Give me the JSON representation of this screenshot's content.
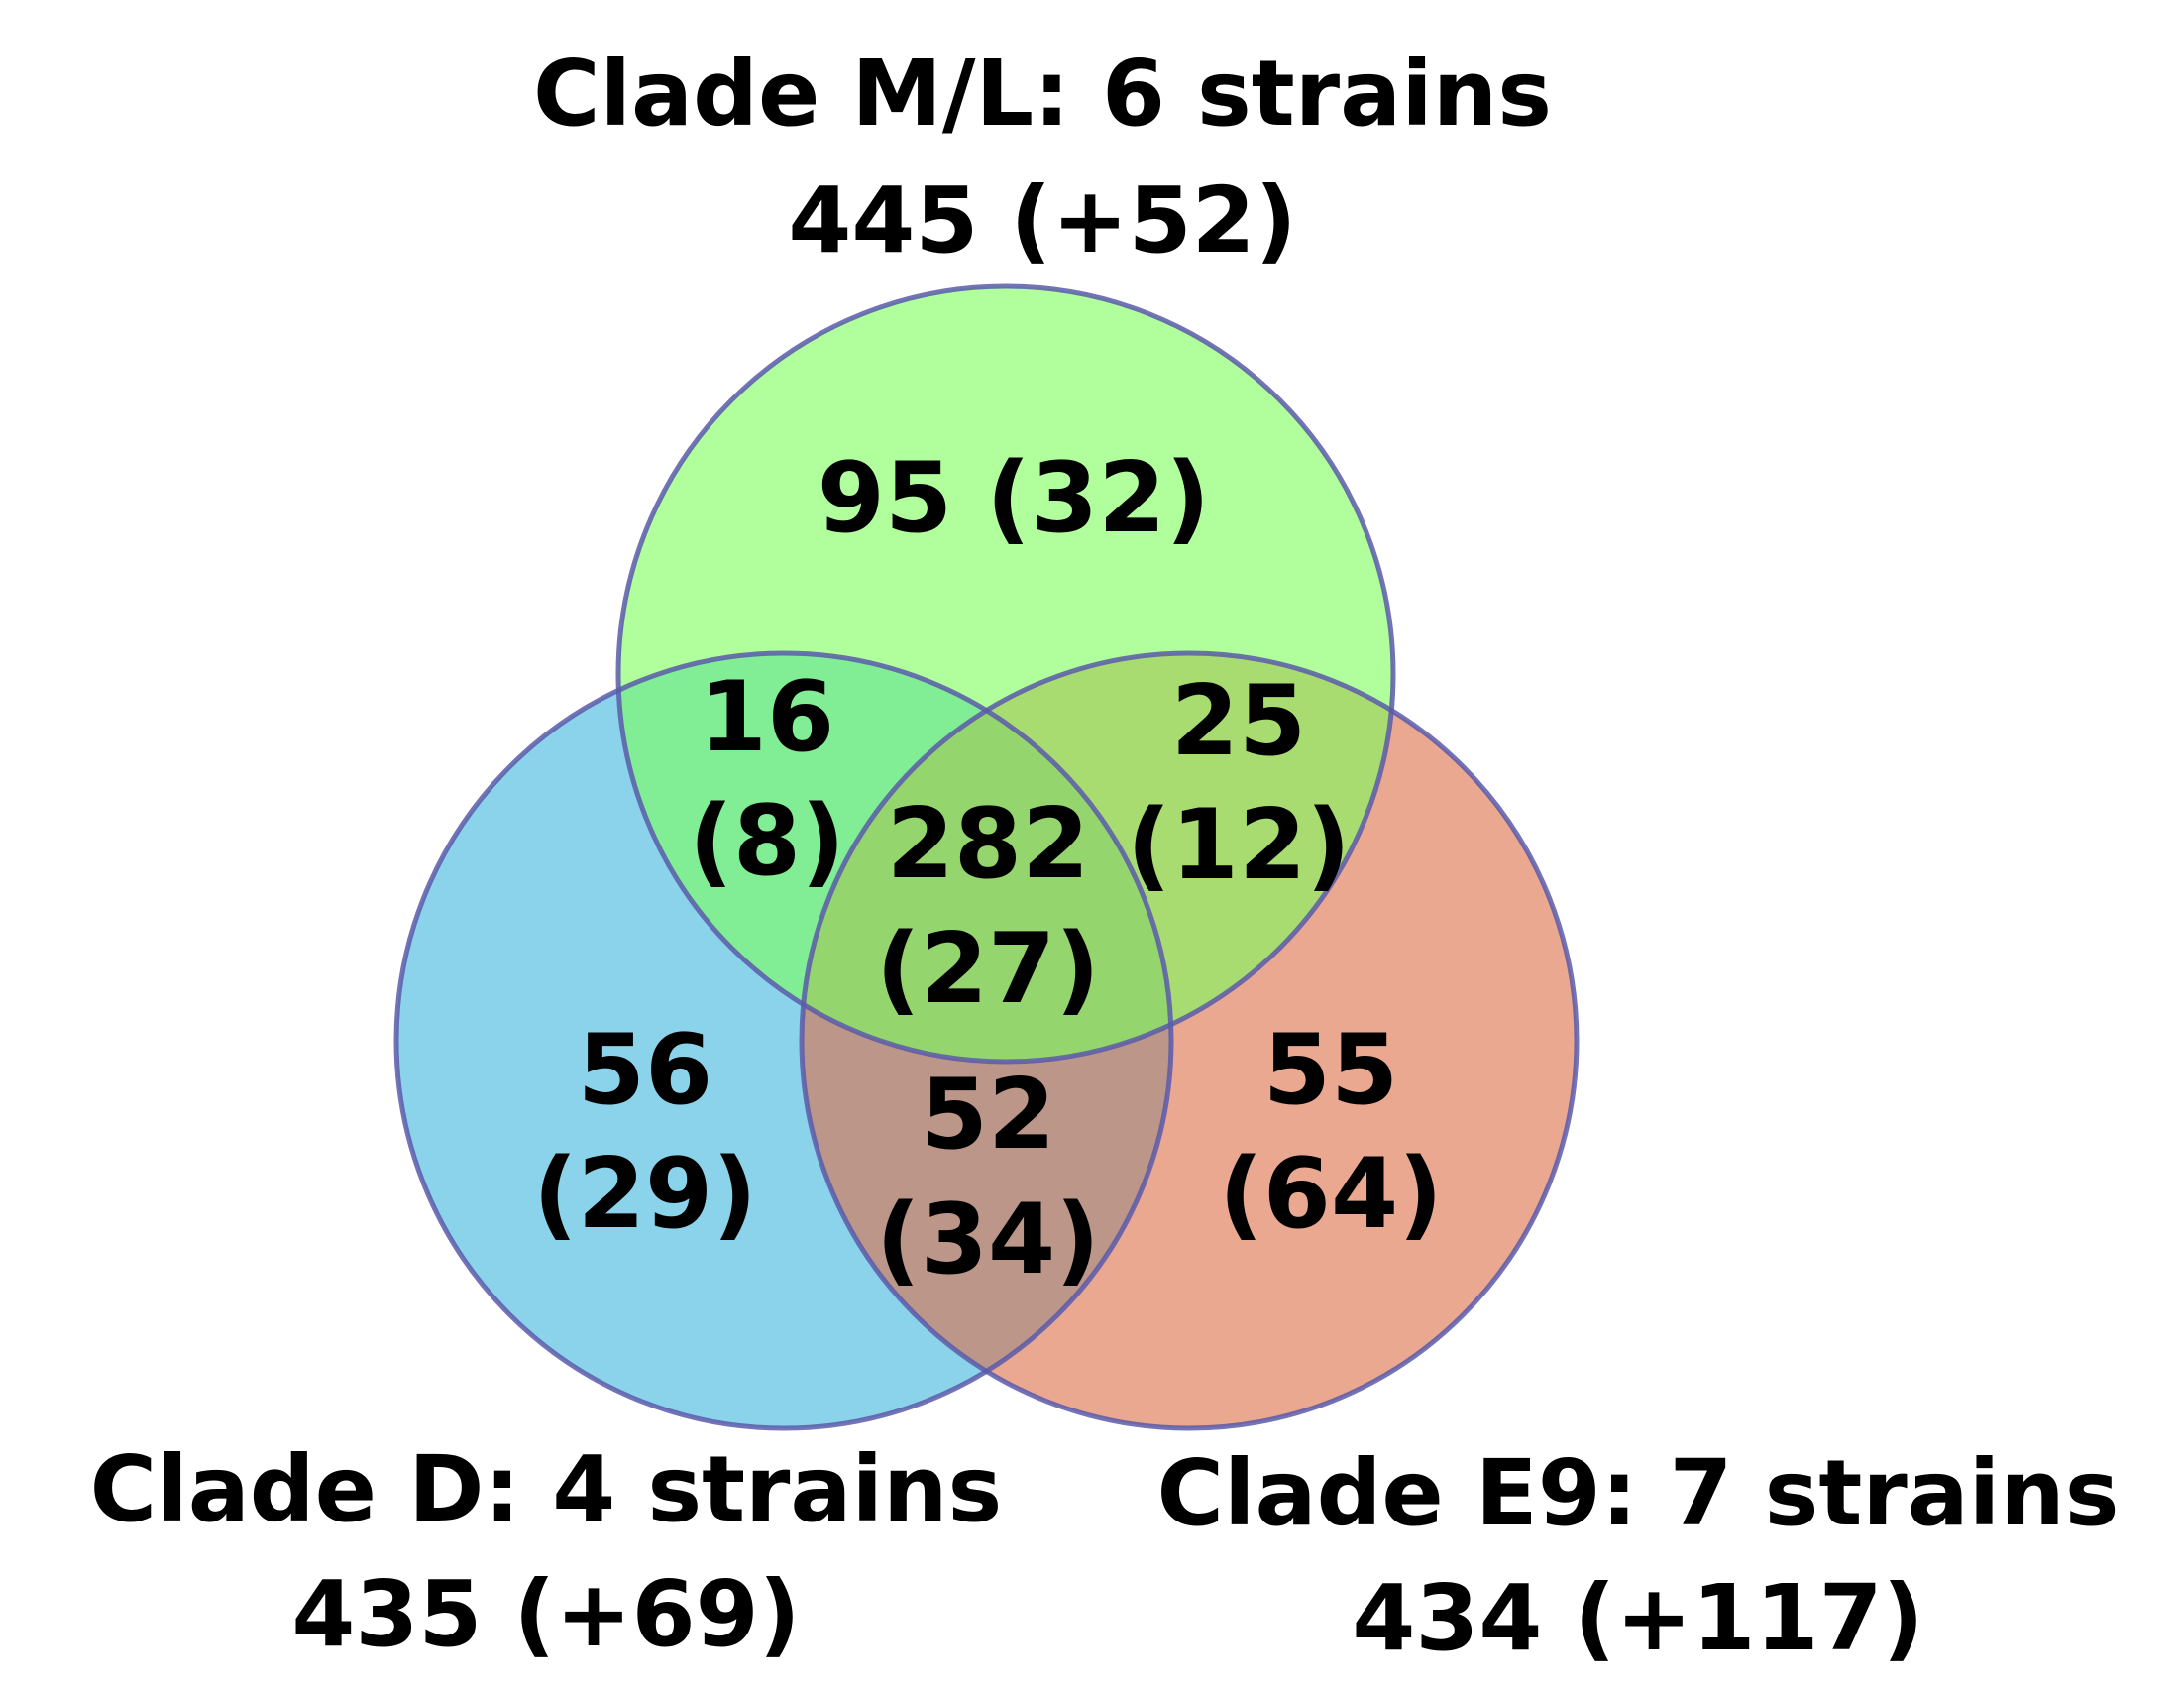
{
  "sets": {
    "ml": {
      "title": "Clade M/L: 6 strains",
      "total": "445 (+52)",
      "color": "#7cff5a"
    },
    "d": {
      "title": "Clade D: 4 strains",
      "total": "435 (+69)",
      "color": "#3db5dc"
    },
    "e9": {
      "title": "Clade E9: 7 strains",
      "total": "434 (+117)",
      "color": "#dc6e48"
    }
  },
  "outline_color": "#5a5aaa",
  "regions": {
    "ml_only": {
      "line1": "95 (32)"
    },
    "d_only": {
      "line1": "56",
      "line2": "(29)"
    },
    "e9_only": {
      "line1": "55",
      "line2": "(64)"
    },
    "ml_d": {
      "line1": "16",
      "line2": "(8)"
    },
    "ml_e9": {
      "line1": "25",
      "line2": "(12)"
    },
    "d_e9": {
      "line1": "52",
      "line2": "(34)"
    },
    "all": {
      "line1": "282",
      "line2": "(27)"
    }
  }
}
